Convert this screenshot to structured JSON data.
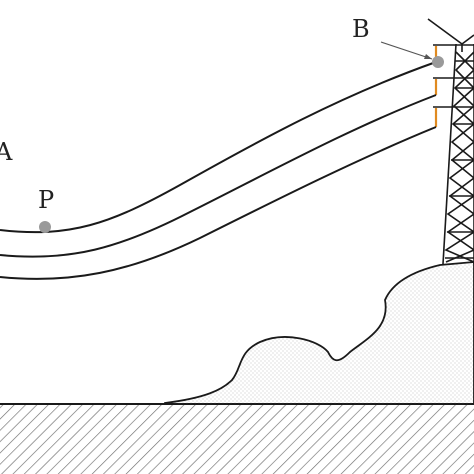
{
  "labels": {
    "a": "A",
    "b": "B",
    "p": "P"
  },
  "colors": {
    "line": "#1a1a1a",
    "point": "#9a9a9a",
    "insulator": "#e08a20",
    "hatch": "#6e6e6e",
    "dots": "#bdbdbd"
  }
}
